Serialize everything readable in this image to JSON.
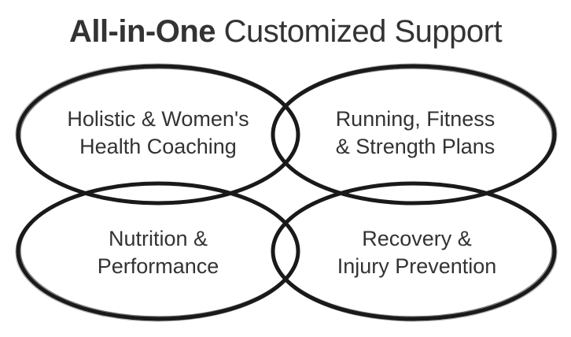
{
  "title": {
    "bold": "All-in-One",
    "regular": "Customized Support",
    "color": "#333333"
  },
  "diagram": {
    "stroke_color": "#1a1a1a",
    "nodes": [
      {
        "id": "top-left",
        "lines": [
          "Holistic & Women's",
          "Health Coaching"
        ]
      },
      {
        "id": "top-right",
        "lines": [
          "Running, Fitness",
          "& Strength Plans"
        ]
      },
      {
        "id": "bottom-left",
        "lines": [
          "Nutrition &",
          "Performance"
        ]
      },
      {
        "id": "bottom-right",
        "lines": [
          "Recovery &",
          "Injury Prevention"
        ]
      }
    ]
  }
}
